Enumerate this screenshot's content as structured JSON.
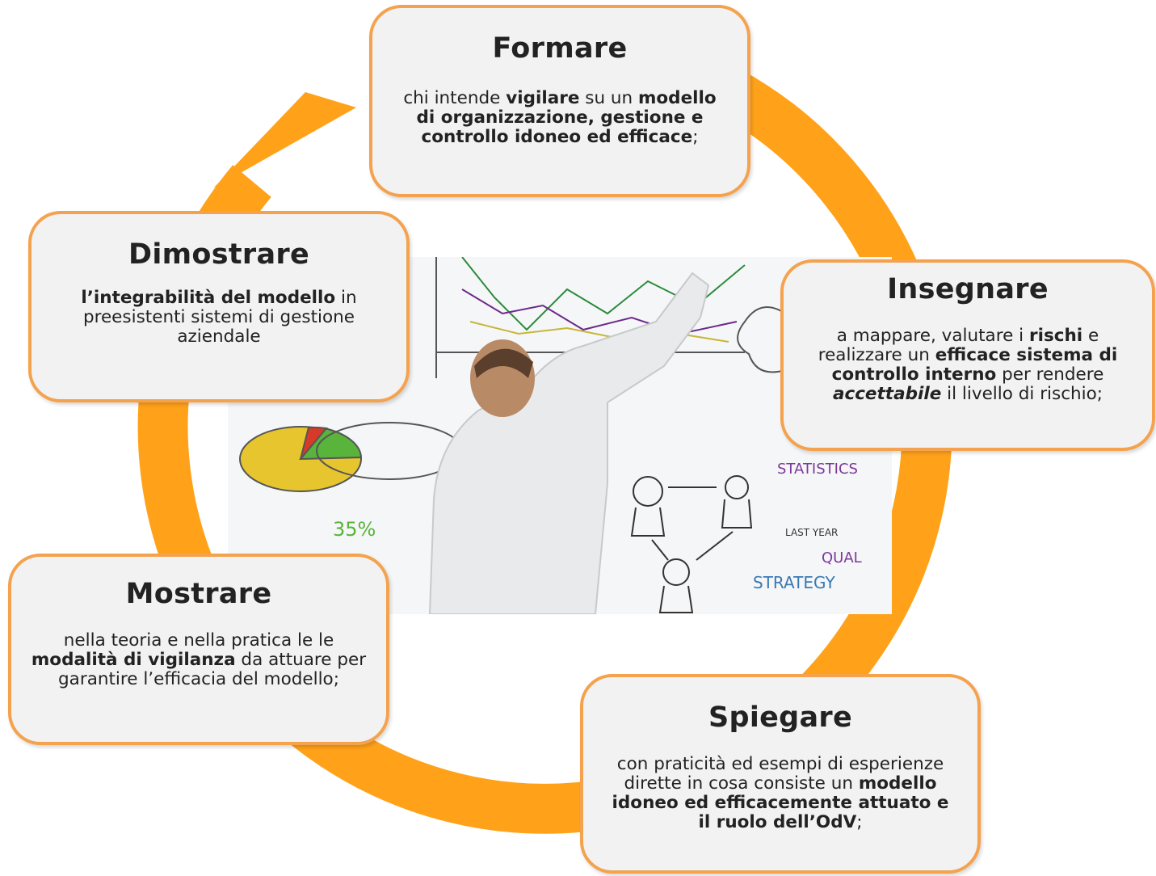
{
  "colors": {
    "ring": "#ffa21a",
    "box_border": "#f4a24e",
    "box_fill": "#f2f2f2"
  },
  "cards": {
    "formare": {
      "title": "Formare",
      "t1": "chi intende ",
      "b1": "vigilare",
      "t2": " su un ",
      "b2": "modello di organizzazione, gestione e controllo idoneo ed efficace",
      "t3": ";"
    },
    "dimostrare": {
      "title": "Dimostrare",
      "b1": "l’integrabilità del modello",
      "t1": " in preesistenti sistemi di gestione aziendale"
    },
    "insegnare": {
      "title": "Insegnare",
      "t1": "a mappare, valutare i ",
      "b1": "rischi",
      "t2": " e realizzare un ",
      "b2": "efficace sistema di controllo interno",
      "t3": " per rendere ",
      "bi1": "accettabile",
      "t4": " il livello di rischio;"
    },
    "mostrare": {
      "title": "Mostrare",
      "t1": "nella teoria e nella pratica le le ",
      "b1": "modalità di vigilanza",
      "t2": " da attuare per garantire l’efficacia del modello;"
    },
    "spiegare": {
      "title": "Spiegare",
      "t1": "con praticità ed esempi di esperienze dirette in cosa consiste un ",
      "b1": "modello idoneo ed efficacemente attuato e il ruolo dell’OdV",
      "t2": ";"
    }
  },
  "photo": {
    "subject": "man-drawing-on-whiteboard",
    "board_text": [
      "STATISTICS",
      "STRATEGY",
      "QUAL",
      "LAST YEAR",
      "35%"
    ]
  }
}
